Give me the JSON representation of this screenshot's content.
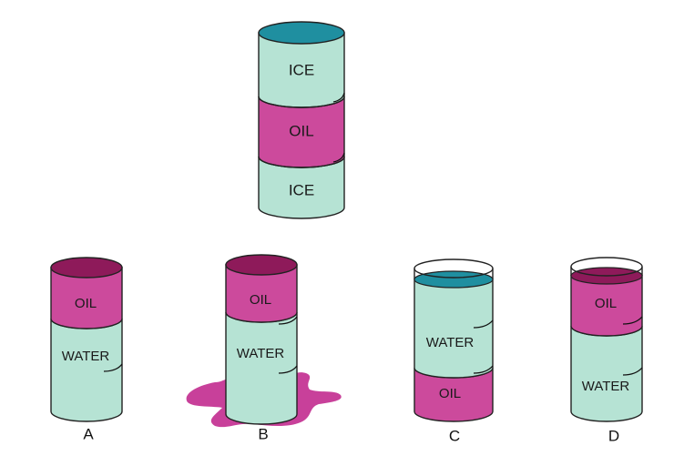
{
  "colors": {
    "ice": "#b6e3d4",
    "water": "#b6e3d4",
    "oil": "#cc4a9c",
    "oil_top": "#8e1a5a",
    "water_top": "#1f8fa0",
    "spill": "#c8409a",
    "outline": "#222222"
  },
  "top_cylinder": {
    "layers": [
      "ICE",
      "OIL",
      "ICE"
    ]
  },
  "options": [
    {
      "letter": "A",
      "upper": "OIL",
      "lower": "WATER"
    },
    {
      "letter": "B",
      "upper": "OIL",
      "lower": "WATER"
    },
    {
      "letter": "C",
      "upper": "WATER",
      "lower": "OIL"
    },
    {
      "letter": "D",
      "upper": "OIL",
      "lower": "WATER"
    }
  ]
}
